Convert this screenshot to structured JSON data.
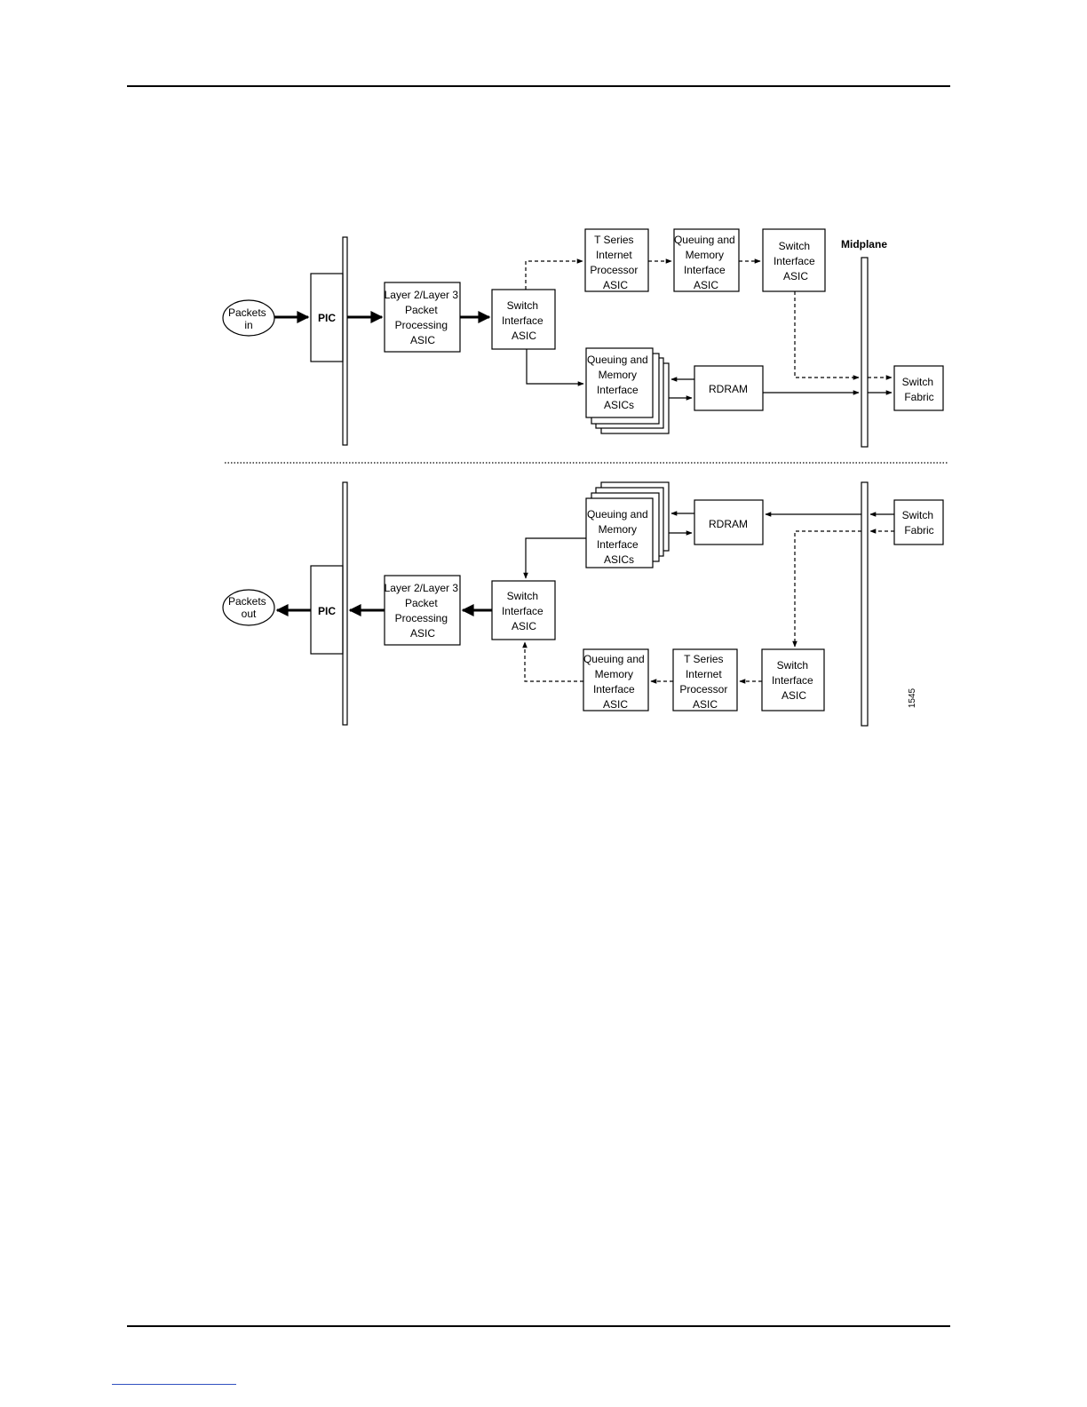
{
  "diagram": {
    "ingress": {
      "packets_in": [
        "Packets",
        "in"
      ],
      "pic": "PIC",
      "l2l3": [
        "Layer 2/Layer 3",
        "Packet",
        "Processing",
        "ASIC"
      ],
      "switch_if": [
        "Switch",
        "Interface",
        "ASIC"
      ],
      "tseries": [
        "T Series",
        "Internet",
        "Processor",
        "ASIC"
      ],
      "qm_asic": [
        "Queuing and",
        "Memory",
        "Interface",
        "ASIC"
      ],
      "switch_if2": [
        "Switch",
        "Interface",
        "ASIC"
      ],
      "qm_asics": [
        "Queuing and",
        "Memory",
        "Interface",
        "ASICs"
      ],
      "rdram": "RDRAM",
      "midplane": "Midplane",
      "switch_fabric": [
        "Switch",
        "Fabric"
      ]
    },
    "egress": {
      "packets_out": [
        "Packets",
        "out"
      ],
      "pic": "PIC",
      "l2l3": [
        "Layer 2/Layer 3",
        "Packet",
        "Processing",
        "ASIC"
      ],
      "switch_if": [
        "Switch",
        "Interface",
        "ASIC"
      ],
      "qm_asics": [
        "Queuing and",
        "Memory",
        "Interface",
        "ASICs"
      ],
      "rdram": "RDRAM",
      "switch_fabric": [
        "Switch",
        "Fabric"
      ],
      "qm_asic": [
        "Queuing and",
        "Memory",
        "Interface",
        "ASIC"
      ],
      "tseries": [
        "T Series",
        "Internet",
        "Processor",
        "ASIC"
      ],
      "switch_if2": [
        "Switch",
        "Interface",
        "ASIC"
      ]
    },
    "figure_id": "1545"
  }
}
